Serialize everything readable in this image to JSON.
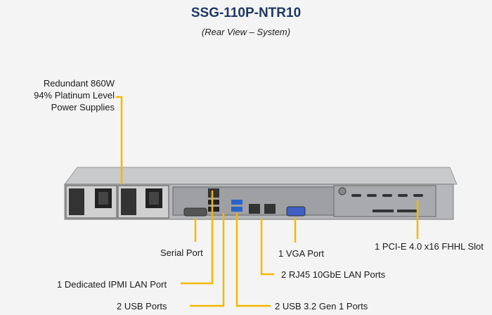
{
  "title": "SSG-110P-NTR10",
  "subtitle": "(Rear View – System)",
  "callouts": {
    "psu": [
      "Redundant  860W",
      "94% Platinum  Level",
      "Power Supplies"
    ],
    "serial": "Serial Port",
    "ipmi": "1 Dedicated IPMI  LAN Port",
    "usb2": "2 USB Ports",
    "vga": "1 VGA Port",
    "rj45": "2 RJ45  10GbE LAN Ports",
    "usb3": "2 USB 3.2 Gen  1 Ports",
    "pcie": "1 PCI-E  4.0 x16 FHHL Slot"
  },
  "colors": {
    "accent": "#f5b800",
    "title": "#1f3864",
    "background": "#f4f4f4"
  }
}
